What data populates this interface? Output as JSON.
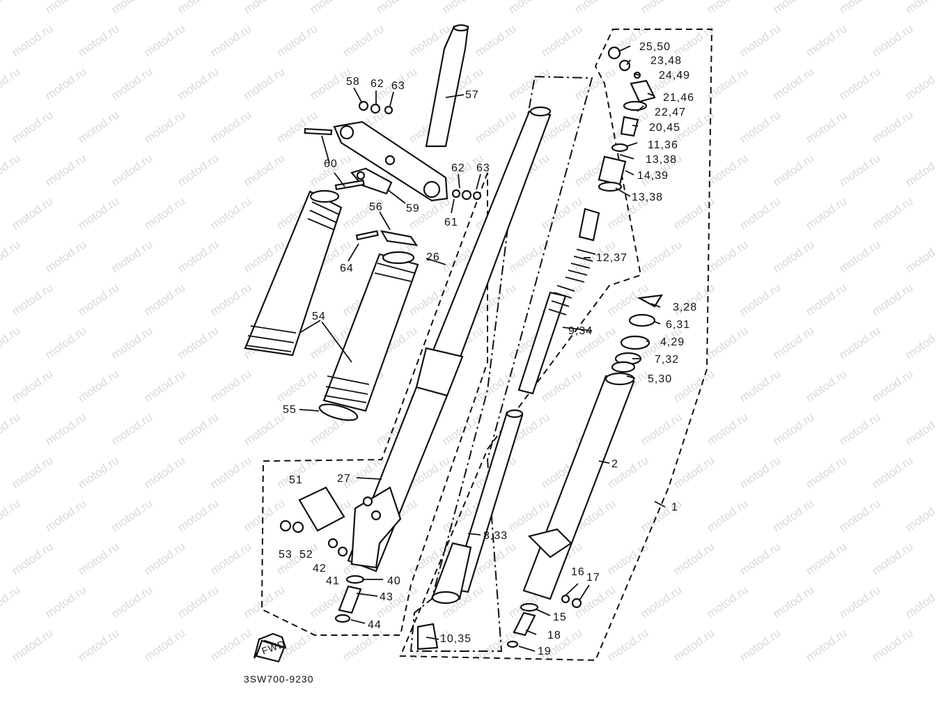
{
  "watermark": "motod.ru",
  "diagram_code": "3SW700-9230",
  "fwd_label": "FWD",
  "labels": {
    "l58": "58",
    "l62a": "62",
    "l63a": "63",
    "l57": "57",
    "l60": "60",
    "l62b": "62",
    "l63b": "63",
    "l59": "59",
    "l61": "61",
    "l56": "56",
    "l64": "64",
    "l26": "26",
    "l54": "54",
    "l55": "55",
    "l27": "27",
    "l51": "51",
    "l53": "53",
    "l52": "52",
    "l42": "42",
    "l41": "41",
    "l40": "40",
    "l43": "43",
    "l44": "44",
    "l25_50": "25,50",
    "l23_48": "23,48",
    "l24_49": "24,49",
    "l21_46": "21,46",
    "l22_47": "22,47",
    "l20_45": "20,45",
    "l11_36": "11,36",
    "l13_38a": "13,38",
    "l14_39": "14,39",
    "l13_38b": "13,38",
    "l12_37": "12,37",
    "l9_34": "9,34",
    "l3_28": "3,28",
    "l6_31": "6,31",
    "l4_29": "4,29",
    "l7_32": "7,32",
    "l5_30": "5,30",
    "l2": "2",
    "l1": "1",
    "l8_33": "8,33",
    "l16": "16",
    "l17": "17",
    "l15": "15",
    "l18": "18",
    "l19": "19",
    "l10_35": "10,35"
  }
}
